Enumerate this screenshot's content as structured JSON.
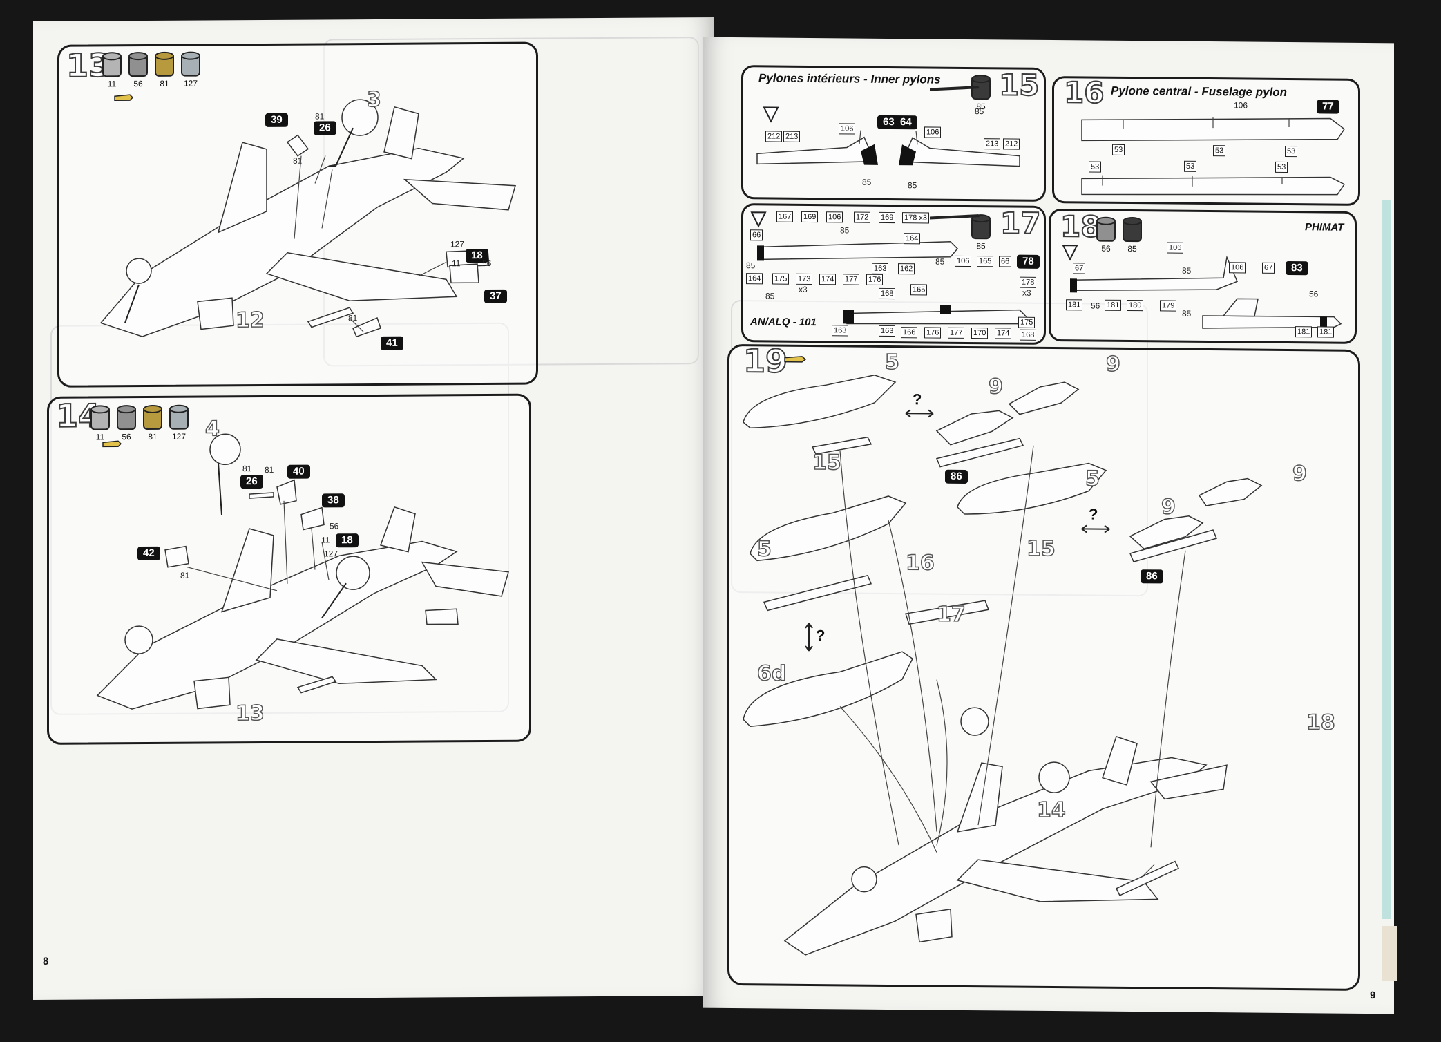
{
  "booklet": {
    "page_left": "8",
    "page_right": "9"
  },
  "paints": {
    "p11": {
      "num": "11",
      "color": "#b4b4b4"
    },
    "p56": {
      "num": "56",
      "color": "#909090"
    },
    "p81": {
      "num": "81",
      "color": "#b89a3e"
    },
    "p127": {
      "num": "127",
      "color": "#a7b0b4"
    },
    "p85": {
      "num": "85",
      "color": "#3a3a3a"
    }
  },
  "step13": {
    "number": "13",
    "callouts": {
      "c39": "39",
      "c26": "26",
      "c18": "18",
      "c37": "37",
      "c41": "41",
      "l81a": "81",
      "l81b": "81",
      "l81c": "81",
      "l11": "11",
      "l56": "56",
      "l127": "127",
      "l3": "3",
      "l12": "12"
    }
  },
  "step14": {
    "number": "14",
    "callouts": {
      "c26": "26",
      "c40": "40",
      "c38": "38",
      "c18": "18",
      "c42": "42",
      "l81a": "81",
      "l81b": "81",
      "l81c": "81",
      "l56": "56",
      "l11": "11",
      "l127": "127",
      "l4": "4",
      "l13": "13"
    }
  },
  "step15": {
    "number": "15",
    "title": "Pylones intérieurs - Inner pylons",
    "c6364": "63  64",
    "parts": {
      "p212a": "212",
      "p213a": "213",
      "p106a": "106",
      "p106b": "106",
      "p213b": "213",
      "p212b": "212",
      "p85a": "85",
      "p85b": "85",
      "p85c": "85"
    }
  },
  "step16": {
    "number": "16",
    "title": "Pylone central - Fuselage pylon",
    "c77": "77",
    "parts": {
      "p106": "106",
      "p53a": "53",
      "p53b": "53",
      "p53c": "53",
      "p53d": "53",
      "p53e": "53",
      "p53f": "53"
    }
  },
  "step17": {
    "number": "17",
    "subtitle": "AN/ALQ - 101",
    "c78": "78",
    "paint85": "85",
    "parts": {
      "p66": "66",
      "p167a": "167",
      "p169a": "169",
      "p106a": "106",
      "p172": "172",
      "p169b": "169",
      "p178x3a": "178 x3",
      "p85a": "85",
      "p164a": "164",
      "p85b": "85",
      "p164b": "164",
      "p175a": "175",
      "p173": "173",
      "p174a": "174",
      "p177": "177",
      "p176a": "176",
      "p163a": "163",
      "p162": "162",
      "p85c": "85",
      "p106b": "106",
      "p165a": "165",
      "p66b": "66",
      "p165b": "165",
      "p168a": "168",
      "p178b": "178",
      "p85d": "85",
      "x3a": "x3",
      "x3b": "x3",
      "p163b": "163",
      "p163c": "163",
      "p166": "166",
      "p176b": "176",
      "p177b": "177",
      "p170": "170",
      "p174b": "174",
      "p175b": "175",
      "p168b": "168"
    }
  },
  "step18": {
    "number": "18",
    "title": "PHIMAT",
    "c83": "83",
    "parts": {
      "p56a": "56",
      "p85a": "85",
      "p106a": "106",
      "p67a": "67",
      "p85b": "85",
      "p181a": "181",
      "p56b": "56",
      "p181b": "181",
      "p180": "180",
      "p179": "179",
      "p106b": "106",
      "p67b": "67",
      "p85c": "85",
      "p56c": "56",
      "p181c": "181",
      "p181d": "181"
    }
  },
  "step19": {
    "number": "19",
    "q1": "?",
    "q2": "?",
    "q3": "?",
    "c86a": "86",
    "c86b": "86",
    "labels": {
      "l5a": "5",
      "l9a": "9",
      "l9b": "9",
      "l15a": "15",
      "l5b": "5",
      "l9c": "9",
      "l9d": "9",
      "l15b": "15",
      "l5c": "5",
      "l16": "16",
      "l17": "17",
      "l6d": "6d",
      "l18": "18",
      "l14": "14"
    }
  }
}
